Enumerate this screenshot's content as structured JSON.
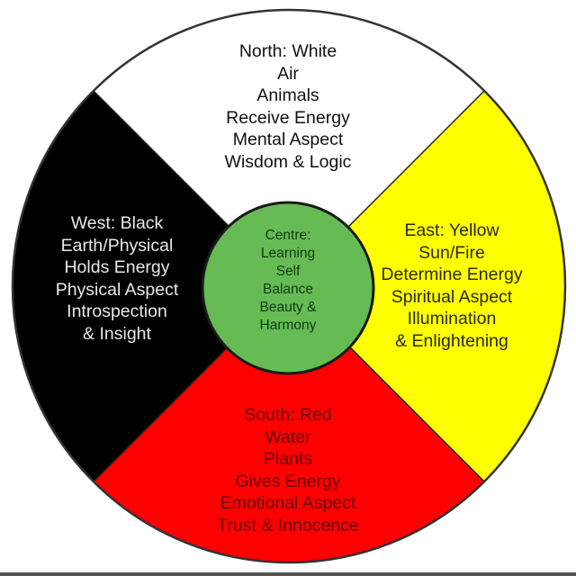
{
  "diagram": {
    "type": "medicine-wheel",
    "colors": {
      "north": "#ffffff",
      "east": "#ffff00",
      "south": "#ff0000",
      "west": "#000000",
      "centre": "#66bb55",
      "outline": "#333333"
    },
    "north": {
      "lines": [
        "North: White",
        "Air",
        "Animals",
        "Receive Energy",
        "Mental Aspect",
        "Wisdom & Logic"
      ]
    },
    "west": {
      "lines": [
        "West: Black",
        "Earth/Physical",
        "Holds Energy",
        "Physical Aspect",
        "Introspection",
        "& Insight"
      ]
    },
    "east": {
      "lines": [
        "East: Yellow",
        "Sun/Fire",
        "Determine Energy",
        "Spiritual Aspect",
        "Illumination",
        "& Enlightening"
      ]
    },
    "south": {
      "lines": [
        "South: Red",
        "Water",
        "Plants",
        "Gives Energy",
        "Emotional Aspect",
        "Trust & Innocence"
      ]
    },
    "centre": {
      "lines": [
        "Centre:",
        "Learning",
        "Self",
        "Balance",
        "Beauty &",
        "Harmony"
      ]
    }
  }
}
